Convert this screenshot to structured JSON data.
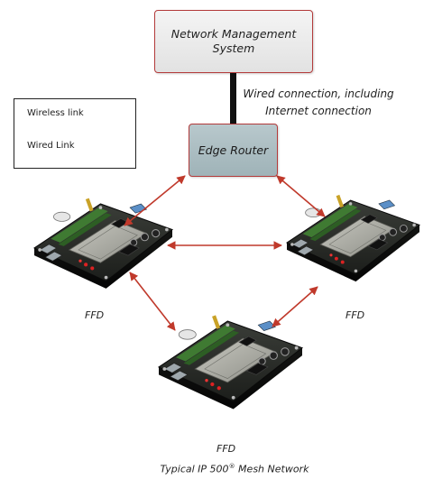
{
  "diagram": {
    "nms_line1": "Network Management",
    "nms_line2": "System",
    "router_label": "Edge Router",
    "wired_caption_line1": "Wired connection, including",
    "wired_caption_line2": "Internet connection",
    "legend": {
      "wireless_label": "Wireless link",
      "wired_label": "Wired Link"
    },
    "devices": [
      {
        "label": "FFD"
      },
      {
        "label": "FFD"
      },
      {
        "label": "FFD"
      }
    ],
    "caption_prefix": "Typical IP 500",
    "caption_mark": "®",
    "caption_suffix": " Mesh Network",
    "colors": {
      "wireless_arrow": "#c0392b",
      "wired_link": "#111111",
      "box_border": "#b33a3a",
      "router_fill": "#a8bbc0",
      "nms_fill": "#ececec"
    }
  }
}
